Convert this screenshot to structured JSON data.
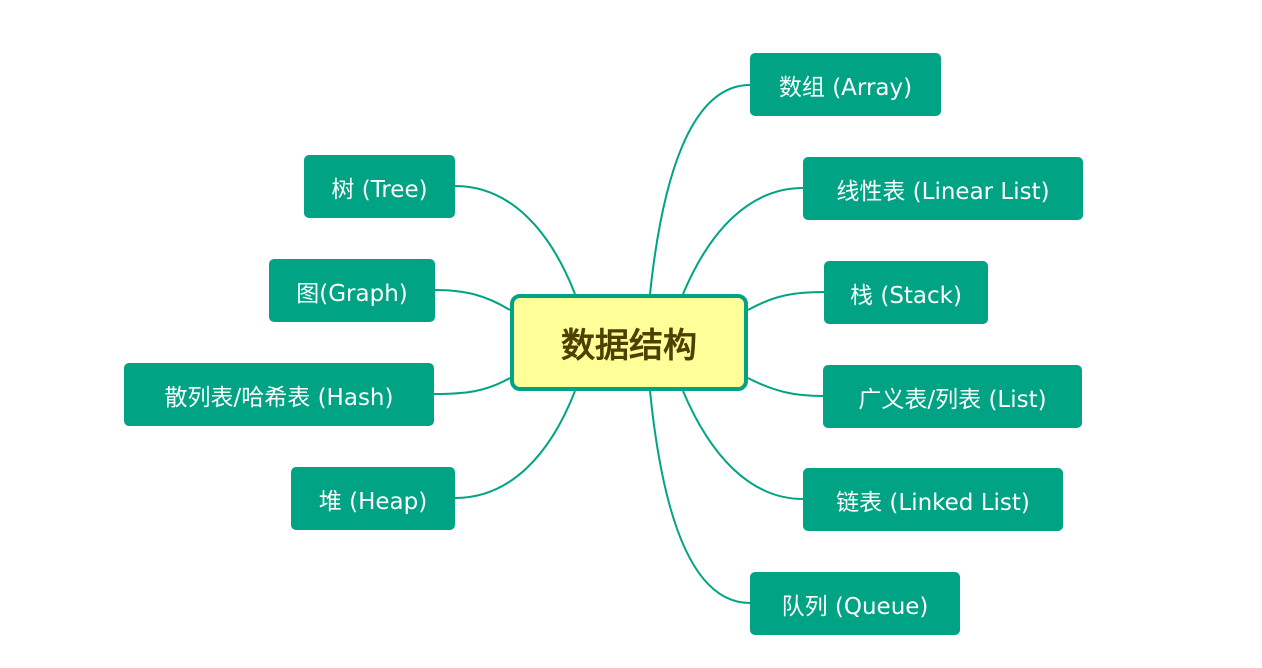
{
  "center": {
    "label": "数据结构"
  },
  "colors": {
    "node": "#00a383",
    "center_fill": "#ffff99",
    "center_text": "#4d4000",
    "line": "#00a383"
  },
  "right_nodes": [
    {
      "label": "数组 (Array)"
    },
    {
      "label": "线性表 (Linear List)"
    },
    {
      "label": "栈 (Stack)"
    },
    {
      "label": "广义表/列表 (List)"
    },
    {
      "label": "链表 (Linked List)"
    },
    {
      "label": "队列 (Queue)"
    }
  ],
  "left_nodes": [
    {
      "label": "树 (Tree)"
    },
    {
      "label": "图(Graph)"
    },
    {
      "label": "散列表/哈希表 (Hash)"
    },
    {
      "label": "堆 (Heap)"
    }
  ]
}
